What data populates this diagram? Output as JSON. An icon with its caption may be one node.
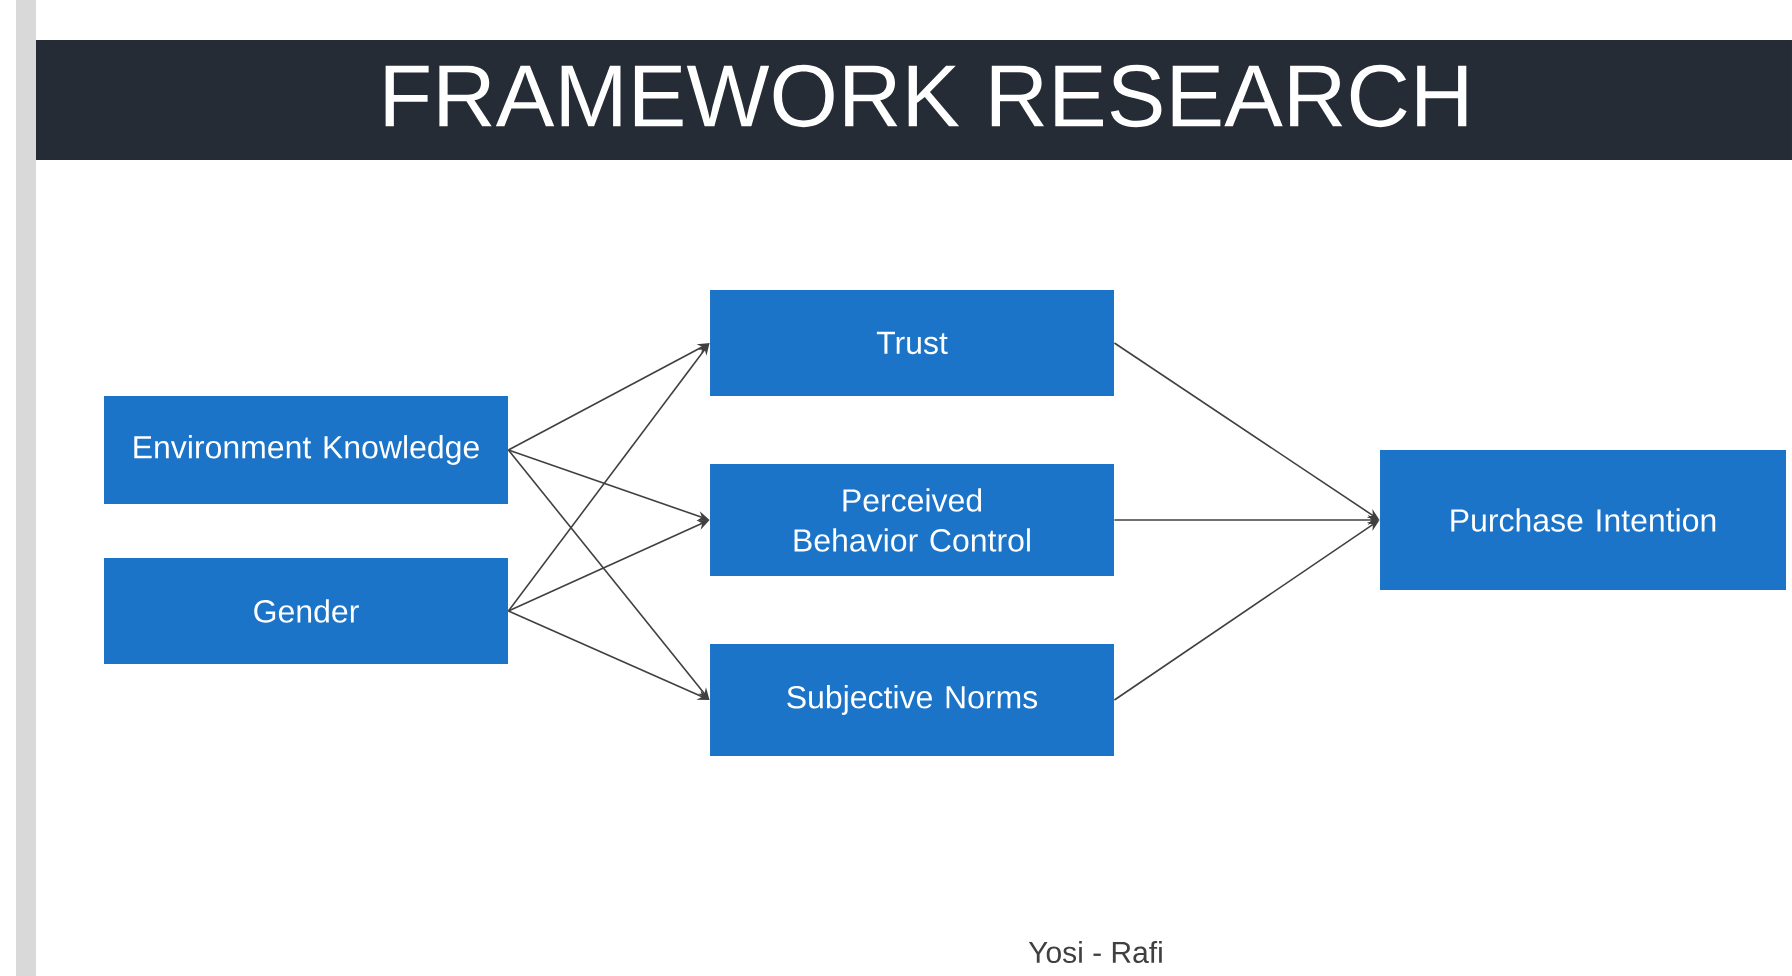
{
  "diagram": {
    "title": "FRAMEWORK RESEARCH",
    "nodes": [
      {
        "text": [
          "Environment Knowledge"
        ]
      },
      {
        "text": [
          "Gender"
        ]
      },
      {
        "text": [
          "Trust"
        ]
      },
      {
        "text": [
          "Perceived Behavior Control"
        ]
      },
      {
        "text": [
          "Subjective Norms"
        ]
      },
      {
        "text": [
          "Purchase Intention"
        ]
      }
    ],
    "edges": [
      {
        "from": 0,
        "to": 2,
        "arrow": "to"
      },
      {
        "from": 0,
        "to": 3,
        "arrow": "to"
      },
      {
        "from": 0,
        "to": 4,
        "arrow": "to"
      },
      {
        "from": 1,
        "to": 2,
        "arrow": "to"
      },
      {
        "from": 1,
        "to": 3,
        "arrow": "to"
      },
      {
        "from": 1,
        "to": 4,
        "arrow": "to"
      },
      {
        "from": 2,
        "to": 5,
        "arrow": "to"
      },
      {
        "from": 3,
        "to": 5,
        "arrow": "to"
      },
      {
        "from": 4,
        "to": 5,
        "arrow": "to"
      }
    ],
    "labels": [
      "Yosi - Rafi"
    ]
  }
}
